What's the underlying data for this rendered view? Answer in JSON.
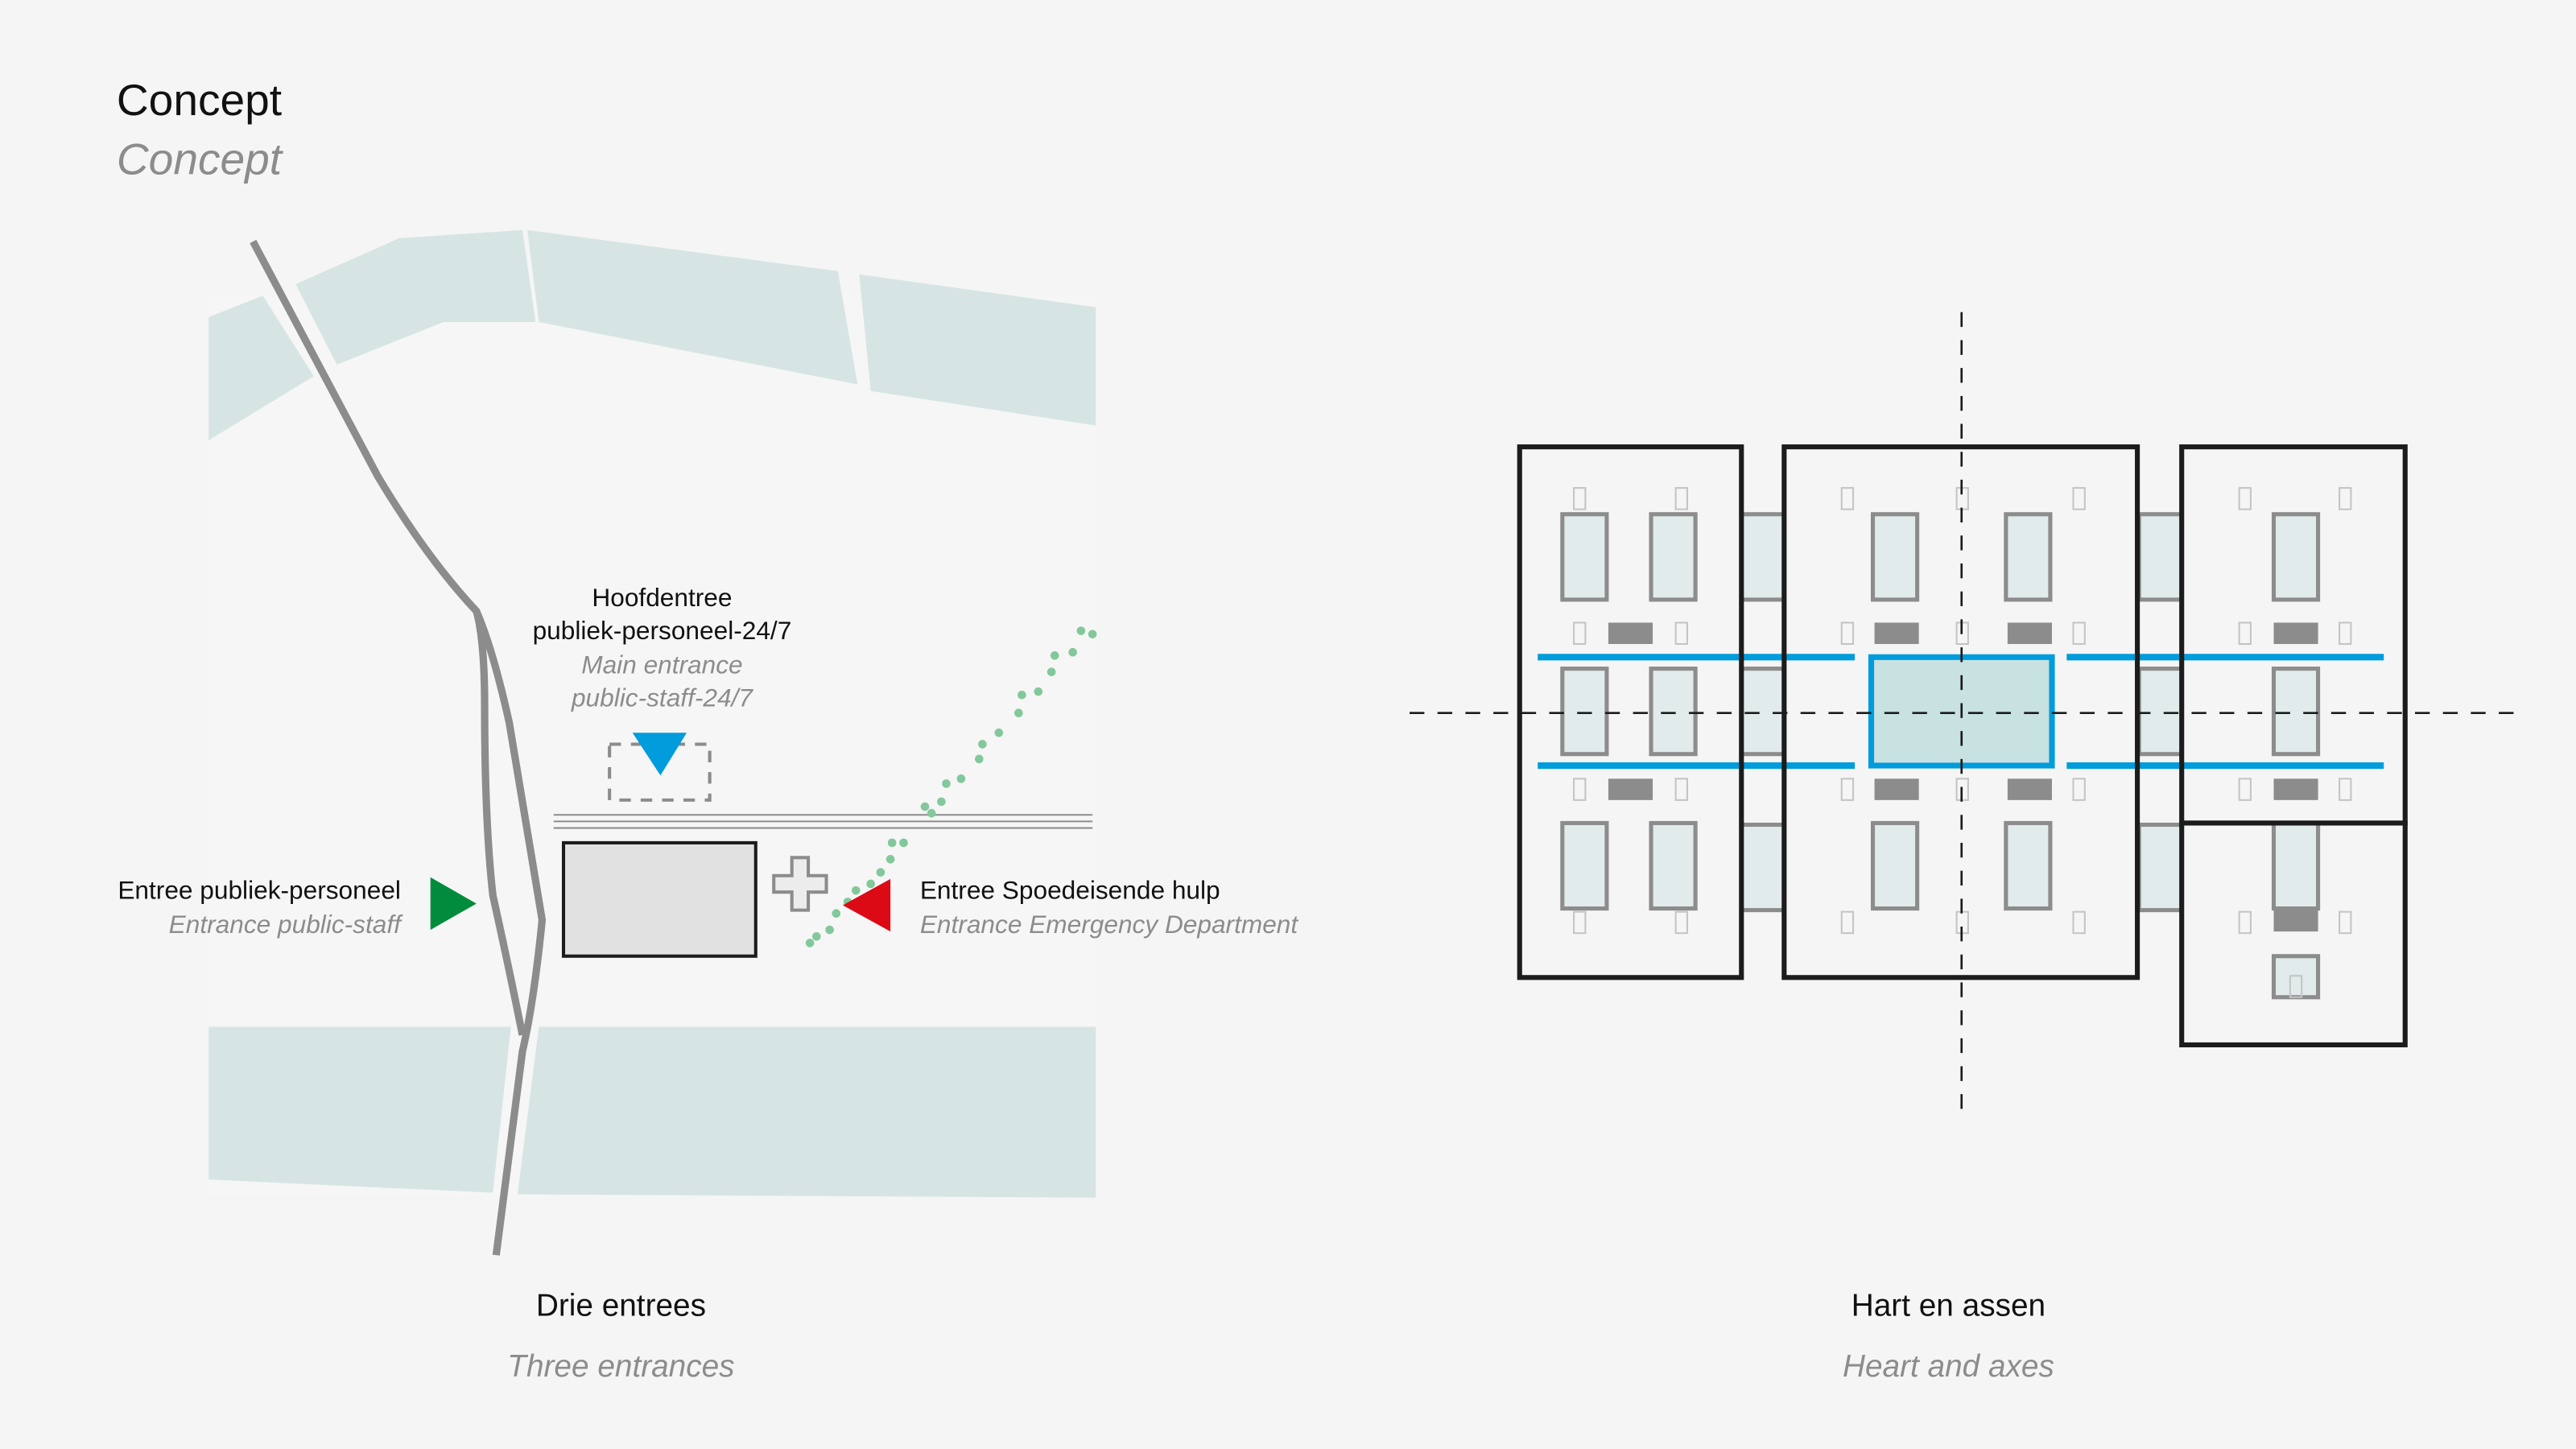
{
  "header": {
    "title": "Concept",
    "title_translation": "Concept"
  },
  "colors": {
    "background": "#f5f5f5",
    "field": "#d6e5e4",
    "road": "#8c8c8c",
    "main_entrance": "#009cdc",
    "public_staff_entrance": "#008c3c",
    "emergency_entrance": "#dc0a14",
    "footpath": "#82c89b",
    "block_outline": "#1c1c1c",
    "heart_fill": "#c8e1e1"
  },
  "left_diagram": {
    "main_entrance": {
      "label_line1": "Hoofdentree",
      "label_line2": "publiek-personeel-24/7",
      "translation_line1": "Main entrance",
      "translation_line2": "public-staff-24/7",
      "icon": "triangle-down-icon"
    },
    "public_staff_entrance": {
      "label": "Entree publiek-personeel",
      "translation": "Entrance public-staff",
      "icon": "triangle-right-icon"
    },
    "emergency_entrance": {
      "label": "Entree Spoedeisende hulp",
      "translation": "Entrance Emergency Department",
      "icon": "triangle-left-icon"
    },
    "caption": "Drie entrees",
    "caption_translation": "Three entrances"
  },
  "right_diagram": {
    "caption": "Hart en assen",
    "caption_translation": "Heart and axes"
  }
}
